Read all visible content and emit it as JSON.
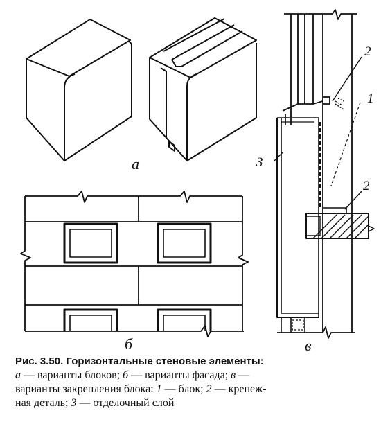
{
  "labels": {
    "a": "а",
    "b": "б",
    "v": "в",
    "n1": "1",
    "n2_top": "2",
    "n2_bottom": "2",
    "n3": "3"
  },
  "caption": {
    "title": "Рис. 3.50. Горизонтальные стеновые элементы:",
    "line1_a": "а",
    "line1_text": "— варианты блоков;",
    "line1_b": "б",
    "line1_text2": "— варианты фасада;",
    "line1_v": "в",
    "line1_text3": "—",
    "line2": "варианты закрепления блока:",
    "line2_n1": "1",
    "line2_t1": "— блок;",
    "line2_n2": "2",
    "line2_t2": "— крепеж-",
    "line3_t0": "ная деталь;",
    "line3_n3": "3",
    "line3_t3": "— отделочный слой"
  }
}
